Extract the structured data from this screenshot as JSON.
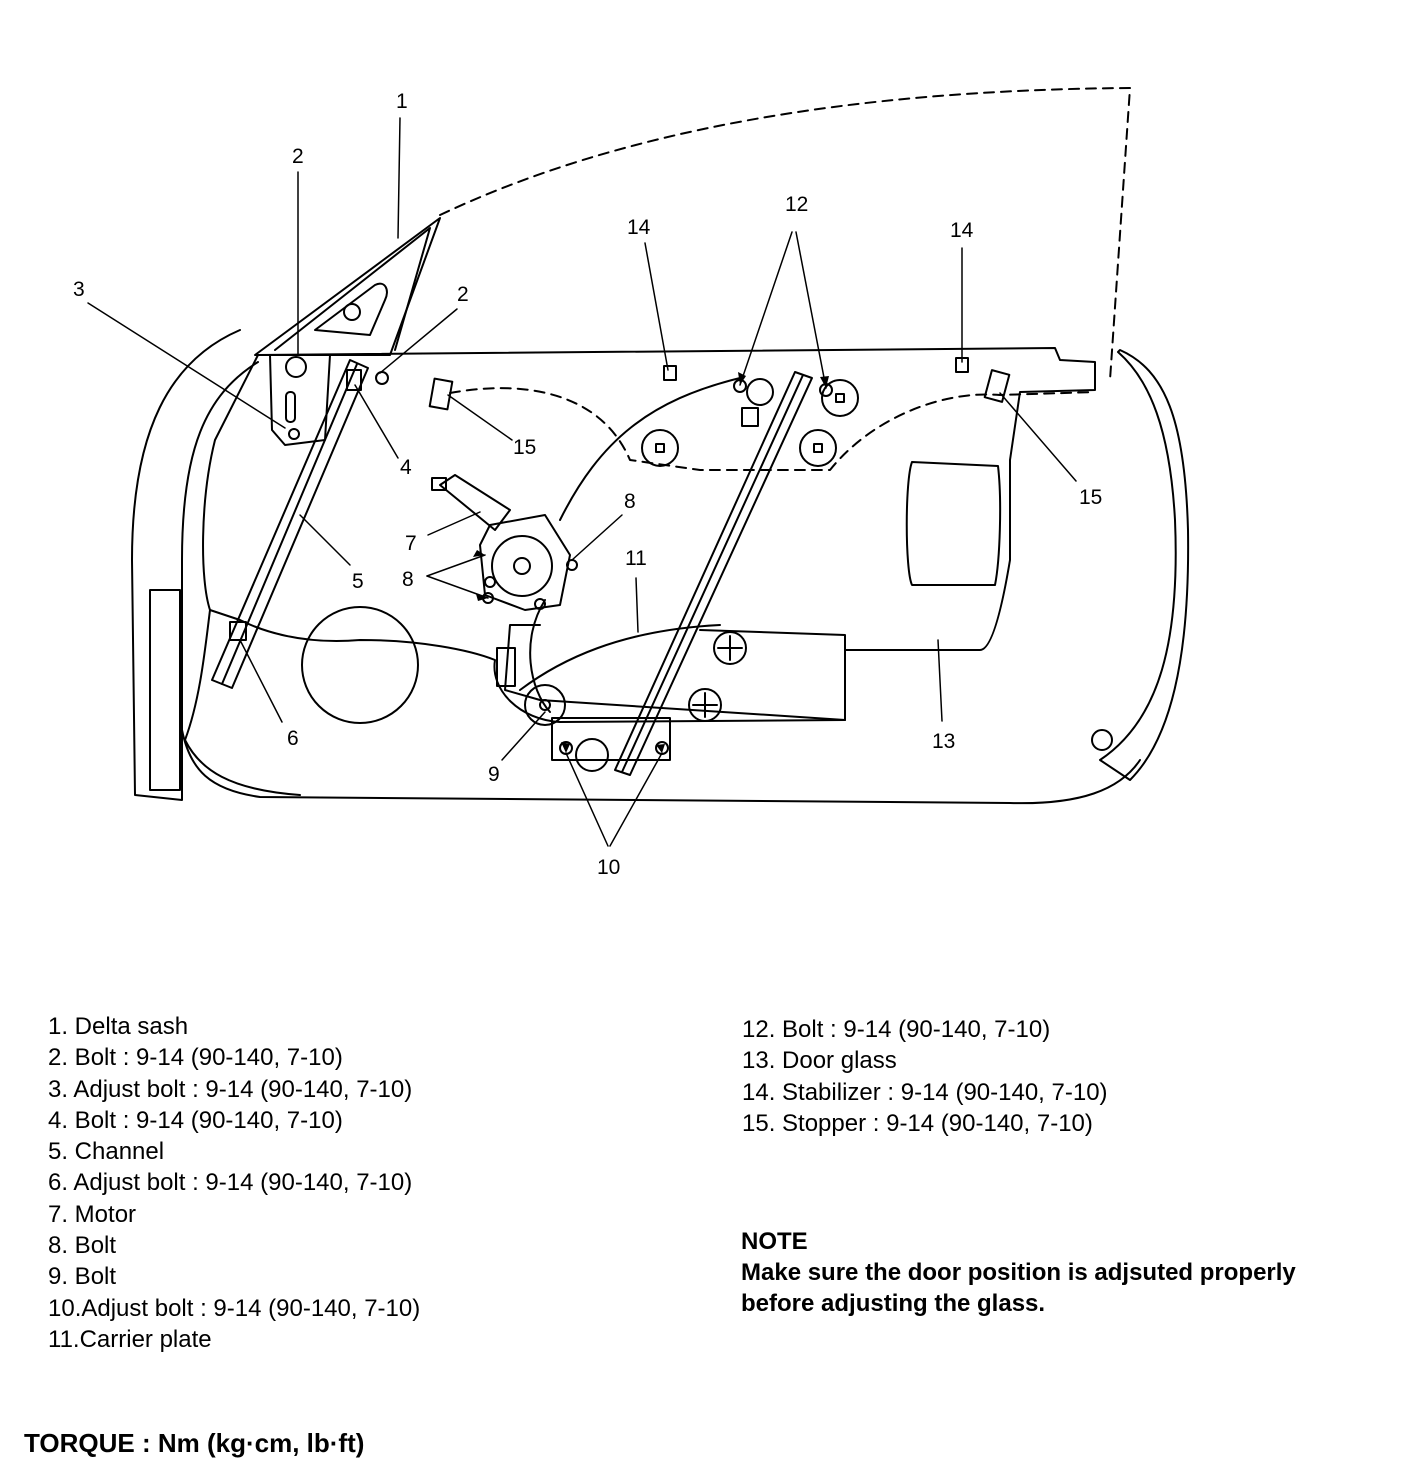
{
  "diagram": {
    "callouts": {
      "c1": "1",
      "c2a": "2",
      "c2b": "2",
      "c3": "3",
      "c4": "4",
      "c5": "5",
      "c6": "6",
      "c7": "7",
      "c8a": "8",
      "c8b": "8",
      "c9": "9",
      "c10": "10",
      "c11": "11",
      "c12": "12",
      "c13": "13",
      "c14a": "14",
      "c14b": "14",
      "c15a": "15",
      "c15b": "15"
    }
  },
  "legend_left": [
    "1. Delta sash",
    "2. Bolt : 9-14 (90-140, 7-10)",
    "3. Adjust bolt : 9-14 (90-140, 7-10)",
    "4. Bolt : 9-14 (90-140, 7-10)",
    "5. Channel",
    "6. Adjust bolt : 9-14 (90-140, 7-10)",
    "7. Motor",
    "8. Bolt",
    "9. Bolt",
    "10.Adjust bolt : 9-14 (90-140, 7-10)",
    "11.Carrier plate"
  ],
  "legend_right": [
    "12. Bolt : 9-14 (90-140, 7-10)",
    "13. Door glass",
    "14. Stabilizer : 9-14 (90-140, 7-10)",
    "15. Stopper : 9-14 (90-140, 7-10)"
  ],
  "note": {
    "title": "NOTE",
    "line1": "Make sure the door position is adjsuted properly",
    "line2": "before adjusting the glass."
  },
  "torque": "TORQUE : Nm (kg·cm, lb·ft)"
}
